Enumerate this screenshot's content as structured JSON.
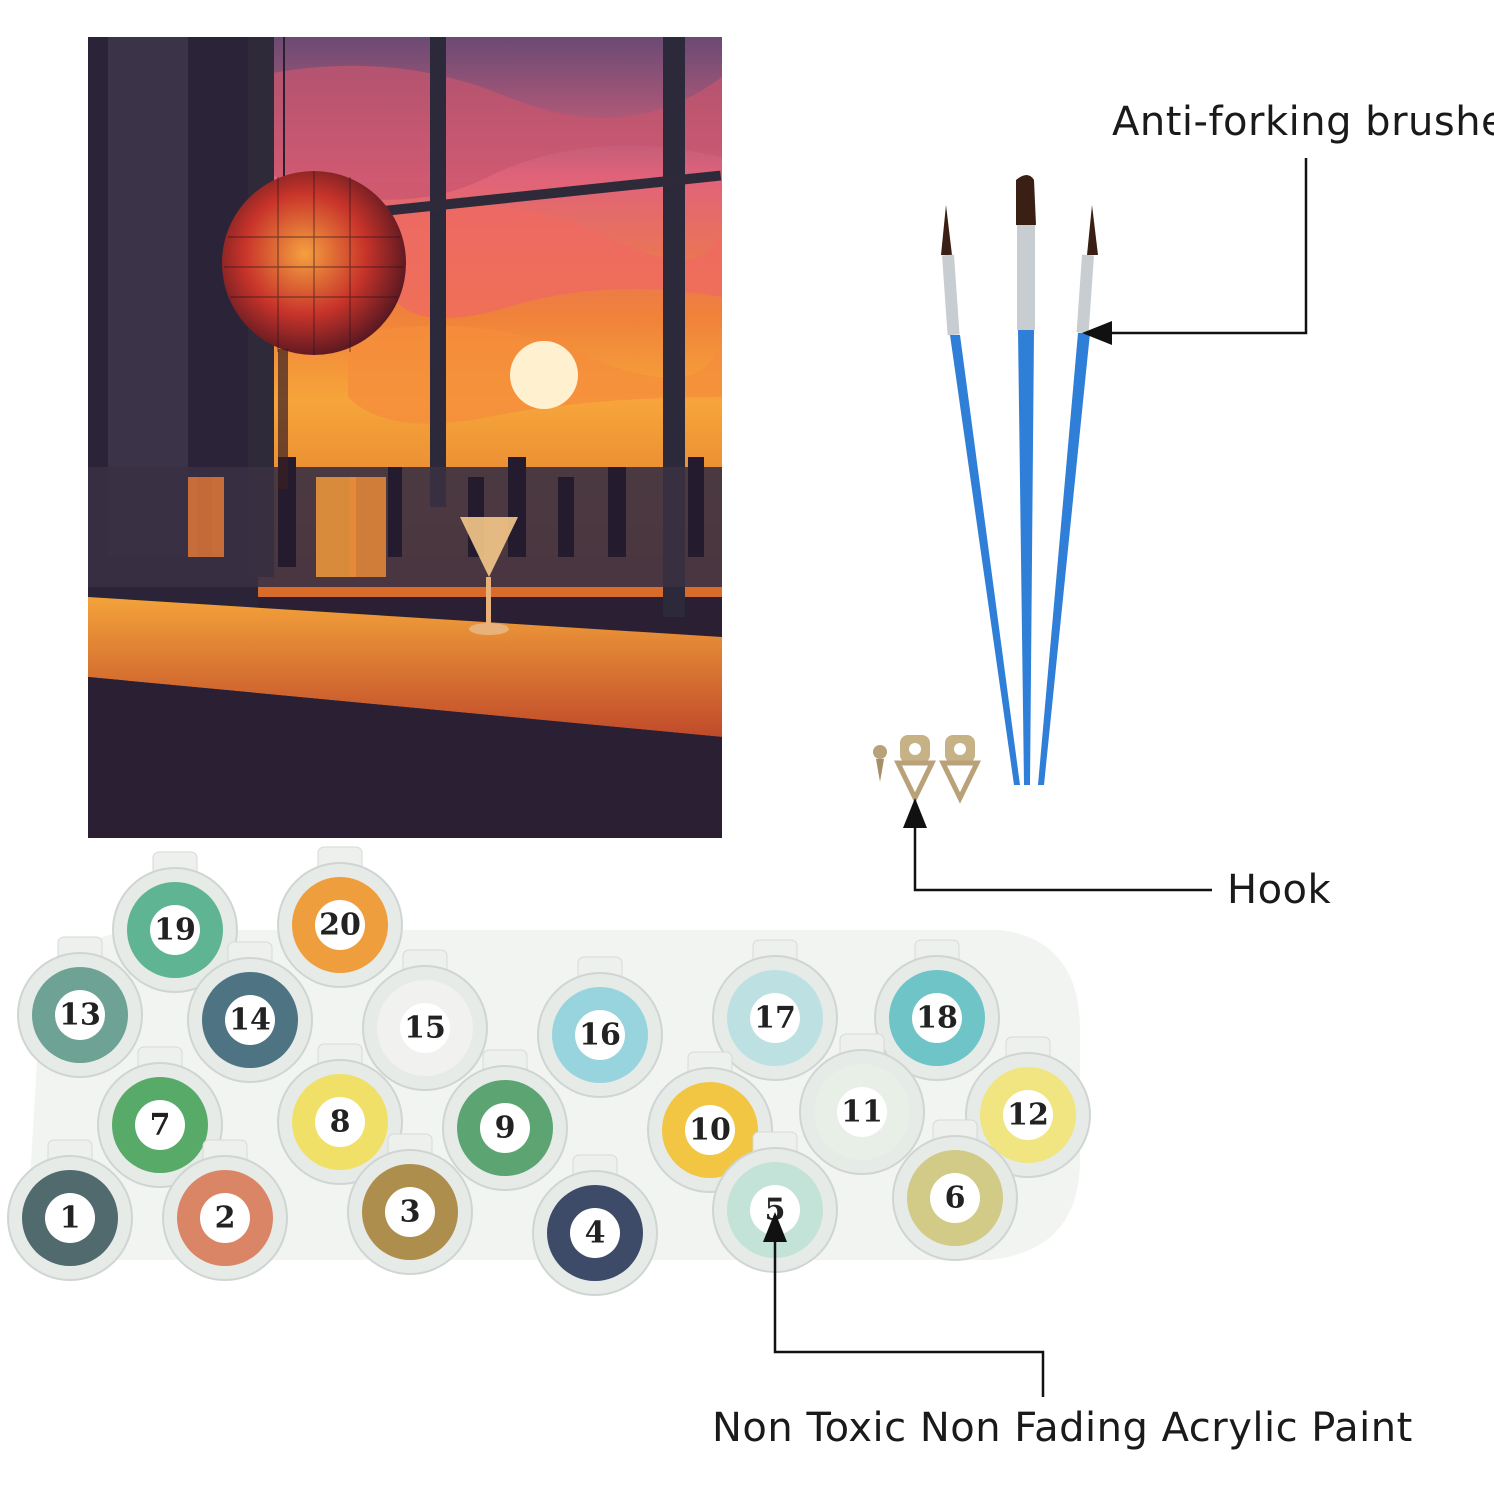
{
  "labels": {
    "brushes": "Anti-forking brushes",
    "hook": "Hook",
    "paint": "Non Toxic Non Fading Acrylic Paint"
  },
  "pots": [
    {
      "number": "19",
      "color": "#4fae8a"
    },
    {
      "number": "20",
      "color": "#f0962a"
    },
    {
      "number": "13",
      "color": "#5f9a8c"
    },
    {
      "number": "14",
      "color": "#3d6678"
    },
    {
      "number": "15",
      "color": "#f2f2f0"
    },
    {
      "number": "16",
      "color": "#8ed2dd"
    },
    {
      "number": "17",
      "color": "#b8e0e2"
    },
    {
      "number": "18",
      "color": "#62c0c3"
    },
    {
      "number": "7",
      "color": "#48a35a"
    },
    {
      "number": "8",
      "color": "#f1df5a"
    },
    {
      "number": "9",
      "color": "#4e9c66"
    },
    {
      "number": "10",
      "color": "#f3c231"
    },
    {
      "number": "11",
      "color": "#e8efe6"
    },
    {
      "number": "12",
      "color": "#f1e475"
    },
    {
      "number": "1",
      "color": "#3f5c60"
    },
    {
      "number": "2",
      "color": "#d87a58"
    },
    {
      "number": "3",
      "color": "#a6843c"
    },
    {
      "number": "4",
      "color": "#2a3a5a"
    },
    {
      "number": "5",
      "color": "#bfe1d6"
    },
    {
      "number": "6",
      "color": "#cfc67c"
    }
  ],
  "colors": {
    "brush_handle": "#2f7ed8",
    "ferrule": "#c8cdd2",
    "bristle": "#3a1f14",
    "hook_metal": "#b9a27a",
    "line": "#111111"
  }
}
